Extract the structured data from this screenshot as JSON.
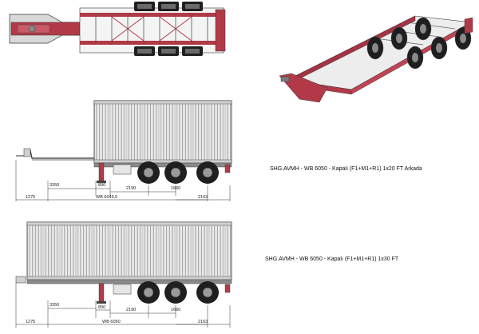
{
  "views": {
    "view_1": {
      "caption": "SHG.AVMH  - WB 6050 - Kapalı (F1+M1+R1) 1x20 FT Arkada",
      "dimensions": {
        "d1": "3350",
        "d2": "890",
        "d3": "2190",
        "d4": "1660",
        "d5": "1275",
        "d6": "WB 6045,5",
        "d7": "2163"
      }
    },
    "view_2": {
      "caption": "SHG.AVMH  - WB 6050 - Kapalı (F1+M1+R1) 1x30 FT",
      "dimensions": {
        "d1": "3350",
        "d2": "890",
        "d3": "2190",
        "d4": "1660",
        "d5": "1275",
        "d6": "WB 6050",
        "d7": "2163"
      }
    }
  },
  "colors": {
    "frame_red": "#b23a48",
    "steel_gray": "#8a8a8a",
    "tire_dark": "#1f1f1f",
    "container_fill": "#e9e9e9",
    "line": "#333333"
  }
}
